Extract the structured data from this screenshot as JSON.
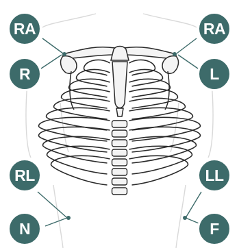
{
  "figure": {
    "subject": "ribcage-electrode-placement",
    "accent_color": "#3d6b6a",
    "line_color": "#3d6b6a"
  },
  "electrodes": {
    "ra_left": "RA",
    "ra_right": "RA",
    "r": "R",
    "l": "L",
    "rl": "RL",
    "ll": "LL",
    "n": "N",
    "f": "F"
  }
}
